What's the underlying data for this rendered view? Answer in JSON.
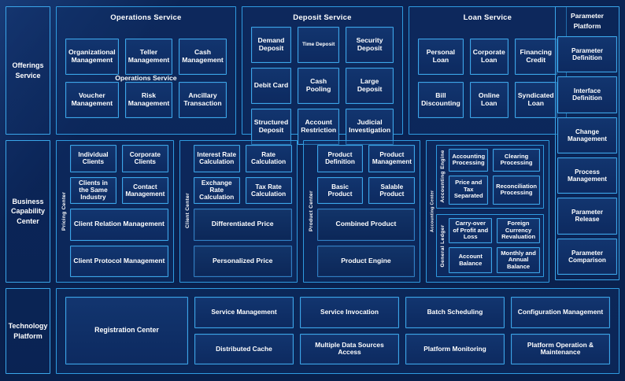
{
  "theme": {
    "background": "#0a2252",
    "panel_border": "#2f9be0",
    "box_border": "#3aa6ea",
    "box_fill": "#12356f",
    "text": "#ffffff"
  },
  "rails": {
    "offerings": "Offerings Service",
    "business": "Business Capability Center",
    "technology": "Technology Platform"
  },
  "offerings_row": {
    "groups": [
      {
        "title": "Operations Service",
        "ghost_title": "Operations Service",
        "items": [
          {
            "label": "Organizational Management",
            "small": false
          },
          {
            "label": "Teller Management",
            "small": false
          },
          {
            "label": "Cash Management",
            "small": false
          },
          {
            "label": "Voucher Management",
            "small": false
          },
          {
            "label": "Risk Management",
            "small": false
          },
          {
            "label": "Ancillary Transaction",
            "small": false
          }
        ]
      },
      {
        "title": "Deposit Service",
        "items": [
          {
            "label": "Demand Deposit",
            "small": false
          },
          {
            "label": "Time Deposit",
            "small": true
          },
          {
            "label": "Security Deposit",
            "small": false
          },
          {
            "label": "Debit Card",
            "small": false
          },
          {
            "label": "Cash Pooling",
            "small": false
          },
          {
            "label": "Large Deposit",
            "small": false
          },
          {
            "label": "Structured Deposit",
            "small": false
          },
          {
            "label": "Account Restriction",
            "small": false
          },
          {
            "label": "Judicial Investigation",
            "small": false
          }
        ]
      },
      {
        "title": "Loan Service",
        "items": [
          {
            "label": "Personal Loan",
            "small": false
          },
          {
            "label": "Corporate Loan",
            "small": false
          },
          {
            "label": "Financing Credit",
            "small": false
          },
          {
            "label": "Bill Discounting",
            "small": false
          },
          {
            "label": "Online Loan",
            "small": false
          },
          {
            "label": "Syndicated Loan",
            "small": false
          }
        ]
      }
    ]
  },
  "parameter_platform": {
    "title": "Parameter Platform",
    "items": [
      "Parameter Definition",
      "Interface Definition",
      "Change Management",
      "Process Management",
      "Parameter Release",
      "Parameter Comparison"
    ]
  },
  "capability_row": {
    "columns": [
      {
        "vlabel": "Pricing Center",
        "pairs": [
          [
            "Individual Clients",
            "Corporate Clients"
          ],
          [
            "Clients in the Same Industry",
            "Contact Management"
          ]
        ],
        "wides": [
          "Client Relation Management",
          "Client Protocol Management"
        ]
      },
      {
        "vlabel": "Client Center",
        "pairs": [
          [
            "Interest Rate Calculation",
            "Rate Calculation"
          ],
          [
            "Exchange Rate Calculation",
            "Tax Rate Calculation"
          ]
        ],
        "wides": [
          "Differentiated Price",
          "Personalized Price"
        ]
      },
      {
        "vlabel": "Product Center",
        "pairs": [
          [
            "Product Definition",
            "Product Management"
          ],
          [
            "Basic Product",
            "Salable Product"
          ]
        ],
        "wides": [
          "Combined Product",
          "Product Engine"
        ]
      }
    ],
    "accounting": {
      "outer_label": "Accounting Center",
      "subgroups": [
        {
          "vlabel": "Accounting Engine",
          "items": [
            "Accounting Processing",
            "Clearing Processing",
            "Price and Tax Separated",
            "Reconciliation Processing"
          ]
        },
        {
          "vlabel": "General Ledger",
          "items": [
            "Carry-over of Profit and Loss",
            "Foreign Currency Revaluation",
            "Account Balance",
            "Monthly and Annual Balance"
          ]
        }
      ]
    }
  },
  "technology_row": {
    "registration": "Registration Center",
    "items": [
      "Service Management",
      "Service Invocation",
      "Batch Scheduling",
      "Configuration Management",
      "Distributed Cache",
      "Multiple Data Sources Access",
      "Platform Monitoring",
      "Platform Operation & Maintenance"
    ]
  }
}
